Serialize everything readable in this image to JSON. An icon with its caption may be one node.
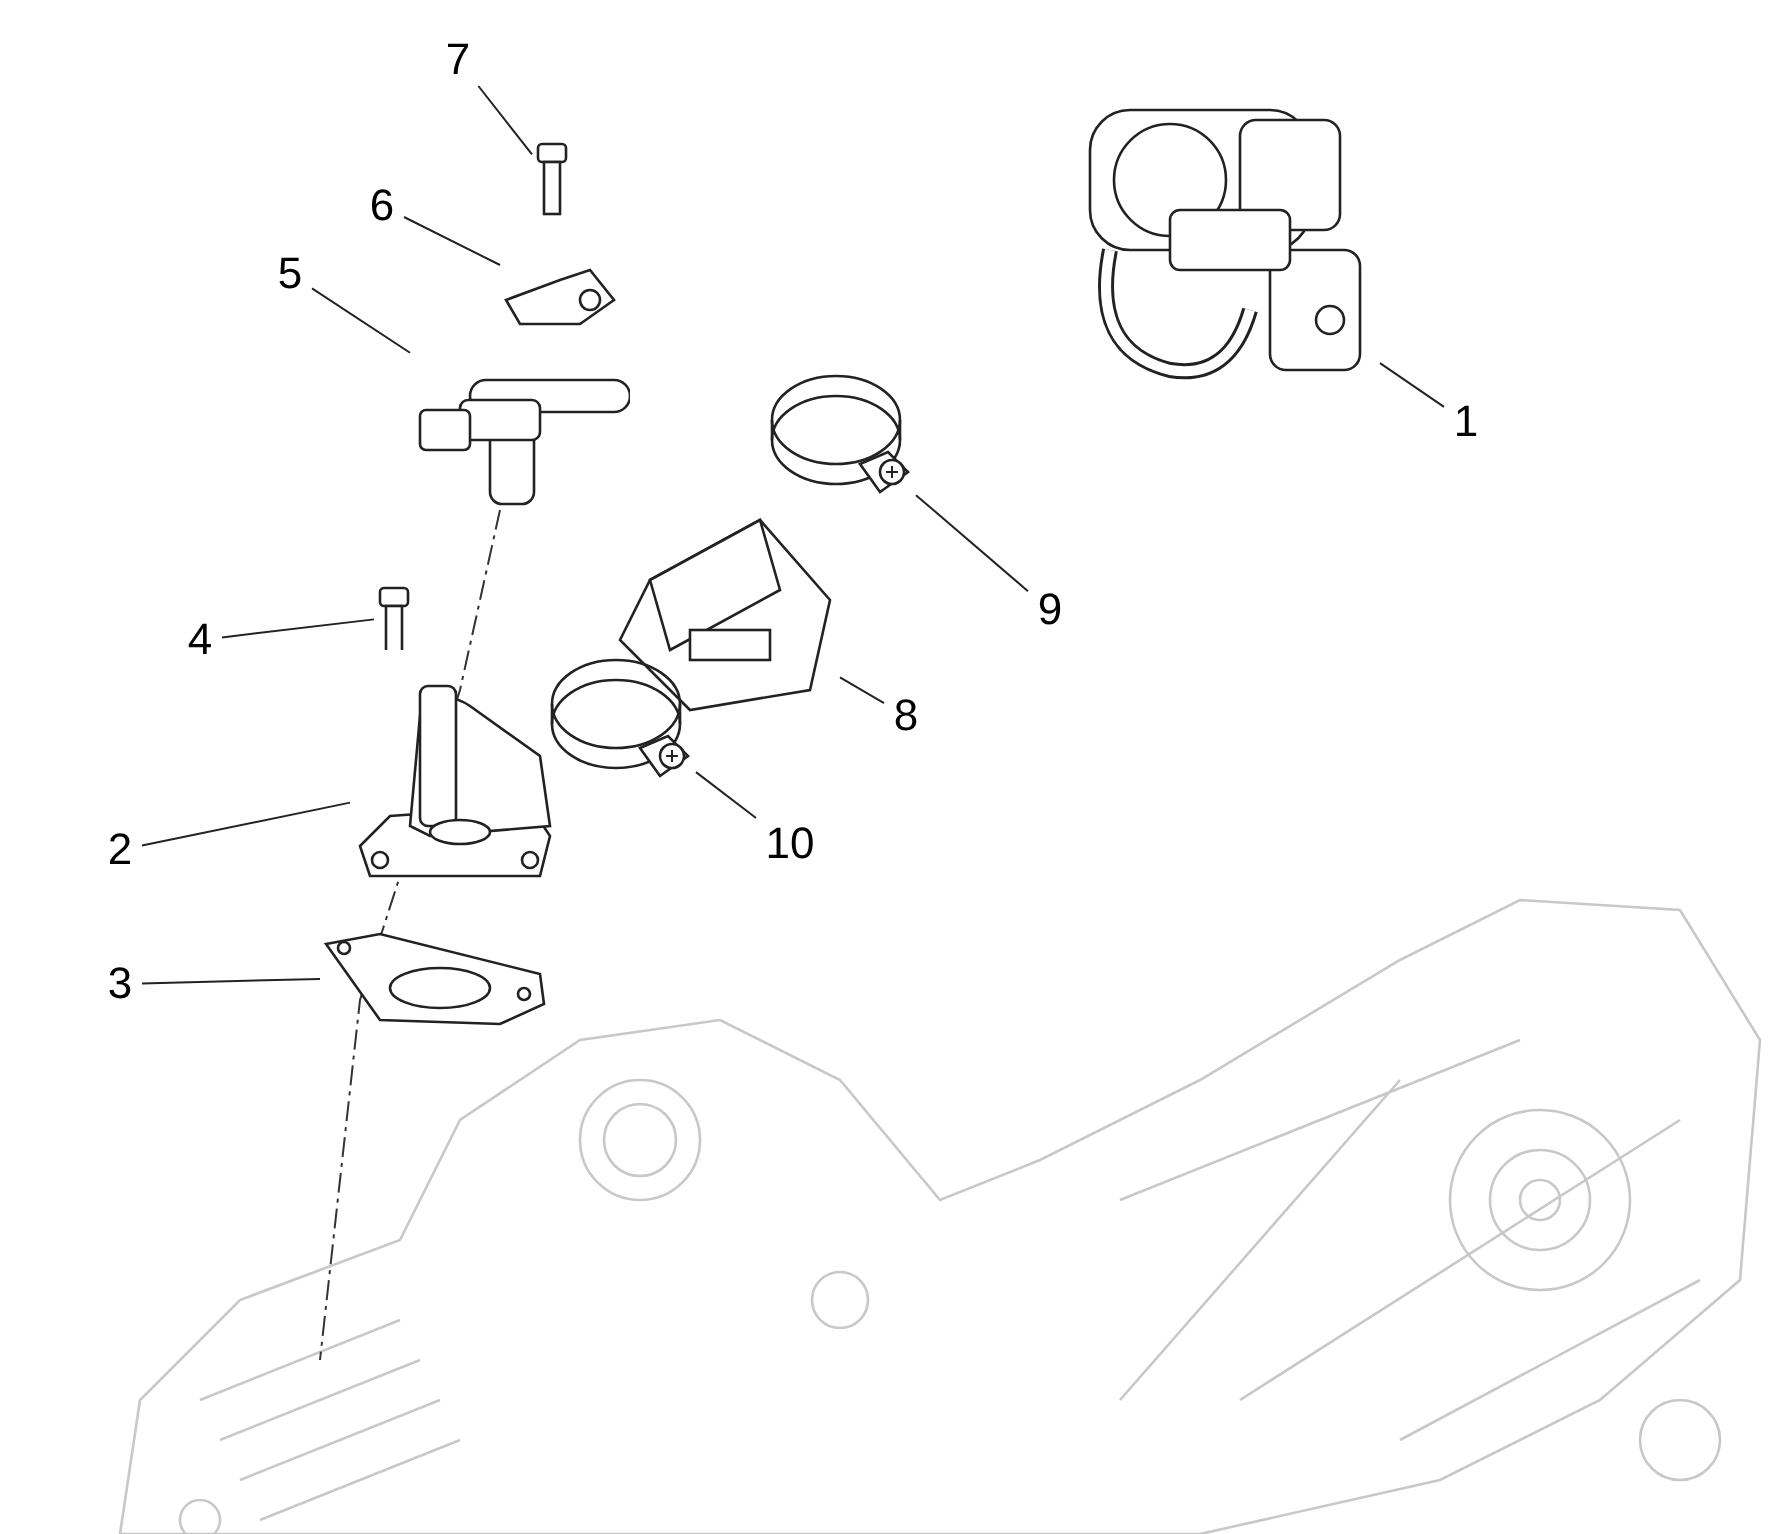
{
  "diagram": {
    "nodes": [
      {
        "text": [
          "1"
        ]
      },
      {
        "text": [
          "2"
        ]
      },
      {
        "text": [
          "3"
        ]
      },
      {
        "text": [
          "4"
        ]
      },
      {
        "text": [
          "5"
        ]
      },
      {
        "text": [
          "6"
        ]
      },
      {
        "text": [
          "7"
        ]
      },
      {
        "text": [
          "8"
        ]
      },
      {
        "text": [
          "9"
        ]
      },
      {
        "text": [
          "10"
        ]
      },
      {
        "text": [],
        "shape": "picture"
      },
      {
        "text": [],
        "shape": "picture"
      },
      {
        "text": [],
        "shape": "picture"
      },
      {
        "text": [],
        "shape": "picture"
      },
      {
        "text": [],
        "shape": "picture"
      },
      {
        "text": [],
        "shape": "picture"
      },
      {
        "text": [],
        "shape": "picture"
      },
      {
        "text": [],
        "shape": "picture"
      },
      {
        "text": [],
        "shape": "picture"
      },
      {
        "text": [],
        "shape": "picture"
      }
    ],
    "edges": [
      {
        "from": 0,
        "to": 10,
        "arrow": "none"
      },
      {
        "from": 1,
        "to": 11,
        "arrow": "none"
      },
      {
        "from": 2,
        "to": 12,
        "arrow": "none"
      },
      {
        "from": 3,
        "to": 13,
        "arrow": "none"
      },
      {
        "from": 4,
        "to": 14,
        "arrow": "none"
      },
      {
        "from": 5,
        "to": 15,
        "arrow": "none"
      },
      {
        "from": 6,
        "to": 16,
        "arrow": "none"
      },
      {
        "from": 7,
        "to": 17,
        "arrow": "none"
      },
      {
        "from": 8,
        "to": 18,
        "arrow": "none"
      },
      {
        "from": 9,
        "to": 19,
        "arrow": "none"
      }
    ]
  }
}
